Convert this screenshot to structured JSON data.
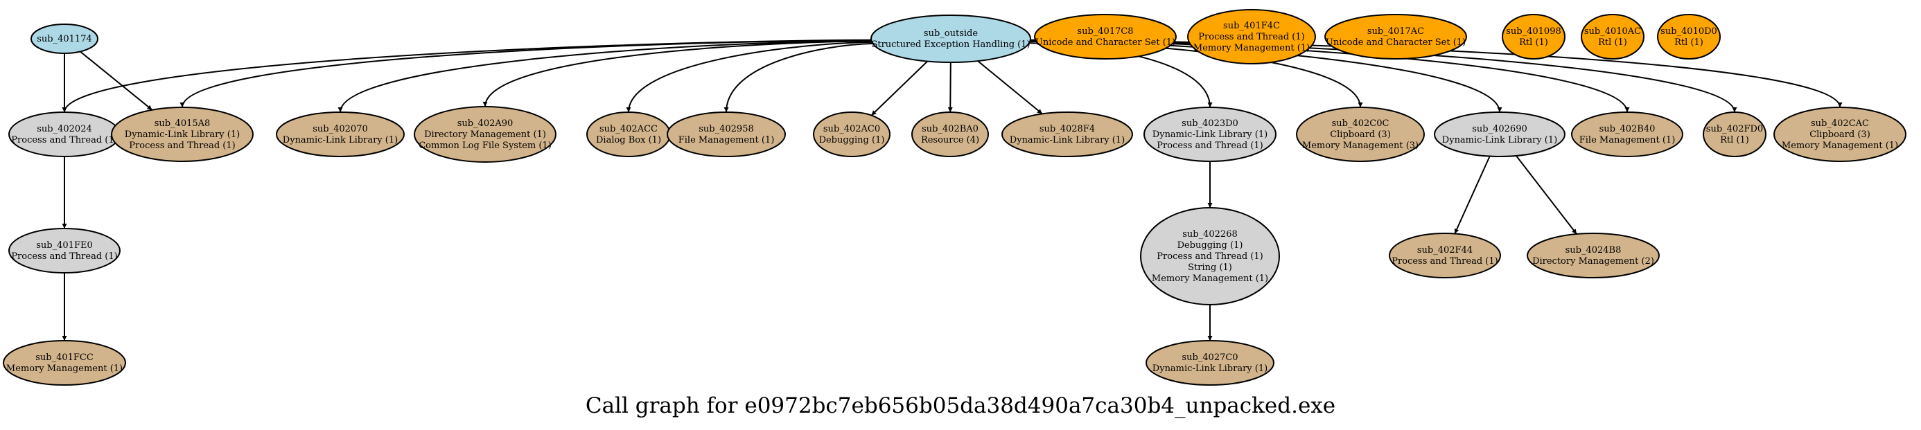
{
  "caption": "Call graph for e0972bc7eb656b05da38d490a7ca30b4_unpacked.exe",
  "colors": {
    "root": "#add8e6",
    "internal": "#d3d3d3",
    "leaf": "#d2b48c",
    "orphan": "#ffa500",
    "edge": "#000000"
  },
  "nodes": [
    {
      "id": "sub_401174",
      "kind": "root",
      "lines": [
        "sub_401174"
      ]
    },
    {
      "id": "sub_outside",
      "kind": "root",
      "lines": [
        "sub_outside",
        "Structured Exception Handling (1)"
      ]
    },
    {
      "id": "sub_4017C8",
      "kind": "orphan",
      "lines": [
        "sub_4017C8",
        "Unicode and Character Set (1)"
      ]
    },
    {
      "id": "sub_401F4C",
      "kind": "orphan",
      "lines": [
        "sub_401F4C",
        "Process and Thread (1)",
        "Memory Management (1)"
      ]
    },
    {
      "id": "sub_4017AC",
      "kind": "orphan",
      "lines": [
        "sub_4017AC",
        "Unicode and Character Set (1)"
      ]
    },
    {
      "id": "sub_401098",
      "kind": "orphan",
      "lines": [
        "sub_401098",
        "Rtl (1)"
      ]
    },
    {
      "id": "sub_4010AC",
      "kind": "orphan",
      "lines": [
        "sub_4010AC",
        "Rtl (1)"
      ]
    },
    {
      "id": "sub_4010D0",
      "kind": "orphan",
      "lines": [
        "sub_4010D0",
        "Rtl (1)"
      ]
    },
    {
      "id": "sub_402024",
      "kind": "internal",
      "lines": [
        "sub_402024",
        "Process and Thread (1)"
      ]
    },
    {
      "id": "sub_4015A8",
      "kind": "leaf",
      "lines": [
        "sub_4015A8",
        "Dynamic-Link Library (1)",
        "Process and Thread (1)"
      ]
    },
    {
      "id": "sub_402070",
      "kind": "leaf",
      "lines": [
        "sub_402070",
        "Dynamic-Link Library (1)"
      ]
    },
    {
      "id": "sub_402A90",
      "kind": "leaf",
      "lines": [
        "sub_402A90",
        "Directory Management (1)",
        "Common Log File System (1)"
      ]
    },
    {
      "id": "sub_402ACC",
      "kind": "leaf",
      "lines": [
        "sub_402ACC",
        "Dialog Box (1)"
      ]
    },
    {
      "id": "sub_402958",
      "kind": "leaf",
      "lines": [
        "sub_402958",
        "File Management (1)"
      ]
    },
    {
      "id": "sub_402AC0",
      "kind": "leaf",
      "lines": [
        "sub_402AC0",
        "Debugging (1)"
      ]
    },
    {
      "id": "sub_402BA0",
      "kind": "leaf",
      "lines": [
        "sub_402BA0",
        "Resource (4)"
      ]
    },
    {
      "id": "sub_4028F4",
      "kind": "leaf",
      "lines": [
        "sub_4028F4",
        "Dynamic-Link Library (1)"
      ]
    },
    {
      "id": "sub_4023D0",
      "kind": "internal",
      "lines": [
        "sub_4023D0",
        "Dynamic-Link Library (1)",
        "Process and Thread (1)"
      ]
    },
    {
      "id": "sub_402C0C",
      "kind": "leaf",
      "lines": [
        "sub_402C0C",
        "Clipboard (3)",
        "Memory Management (3)"
      ]
    },
    {
      "id": "sub_402690",
      "kind": "internal",
      "lines": [
        "sub_402690",
        "Dynamic-Link Library (1)"
      ]
    },
    {
      "id": "sub_402B40",
      "kind": "leaf",
      "lines": [
        "sub_402B40",
        "File Management (1)"
      ]
    },
    {
      "id": "sub_402FD0",
      "kind": "leaf",
      "lines": [
        "sub_402FD0",
        "Rtl (1)"
      ]
    },
    {
      "id": "sub_402CAC",
      "kind": "leaf",
      "lines": [
        "sub_402CAC",
        "Clipboard (3)",
        "Memory Management (1)"
      ]
    },
    {
      "id": "sub_401FE0",
      "kind": "internal",
      "lines": [
        "sub_401FE0",
        "Process and Thread (1)"
      ]
    },
    {
      "id": "sub_402268",
      "kind": "internal",
      "lines": [
        "sub_402268",
        "Debugging (1)",
        "Process and Thread (1)",
        "String (1)",
        "Memory Management (1)"
      ]
    },
    {
      "id": "sub_402F44",
      "kind": "leaf",
      "lines": [
        "sub_402F44",
        "Process and Thread (1)"
      ]
    },
    {
      "id": "sub_4024B8",
      "kind": "leaf",
      "lines": [
        "sub_4024B8",
        "Directory Management (2)"
      ]
    },
    {
      "id": "sub_401FCC",
      "kind": "leaf",
      "lines": [
        "sub_401FCC",
        "Memory Management (1)"
      ]
    },
    {
      "id": "sub_4027C0",
      "kind": "leaf",
      "lines": [
        "sub_4027C0",
        "Dynamic-Link Library (1)"
      ]
    }
  ],
  "edges": [
    {
      "from": "sub_401174",
      "to": "sub_402024"
    },
    {
      "from": "sub_401174",
      "to": "sub_4015A8"
    },
    {
      "from": "sub_outside",
      "to": "sub_402024"
    },
    {
      "from": "sub_outside",
      "to": "sub_4015A8"
    },
    {
      "from": "sub_outside",
      "to": "sub_402070"
    },
    {
      "from": "sub_outside",
      "to": "sub_402A90"
    },
    {
      "from": "sub_outside",
      "to": "sub_402ACC"
    },
    {
      "from": "sub_outside",
      "to": "sub_402958"
    },
    {
      "from": "sub_outside",
      "to": "sub_402AC0"
    },
    {
      "from": "sub_outside",
      "to": "sub_402BA0"
    },
    {
      "from": "sub_outside",
      "to": "sub_4028F4"
    },
    {
      "from": "sub_outside",
      "to": "sub_4023D0"
    },
    {
      "from": "sub_outside",
      "to": "sub_402C0C"
    },
    {
      "from": "sub_outside",
      "to": "sub_402690"
    },
    {
      "from": "sub_outside",
      "to": "sub_402B40"
    },
    {
      "from": "sub_outside",
      "to": "sub_402FD0"
    },
    {
      "from": "sub_outside",
      "to": "sub_402CAC"
    },
    {
      "from": "sub_402024",
      "to": "sub_401FE0"
    },
    {
      "from": "sub_401FE0",
      "to": "sub_401FCC"
    },
    {
      "from": "sub_4023D0",
      "to": "sub_402268"
    },
    {
      "from": "sub_402268",
      "to": "sub_4027C0"
    },
    {
      "from": "sub_402690",
      "to": "sub_402F44"
    },
    {
      "from": "sub_402690",
      "to": "sub_4024B8"
    }
  ]
}
